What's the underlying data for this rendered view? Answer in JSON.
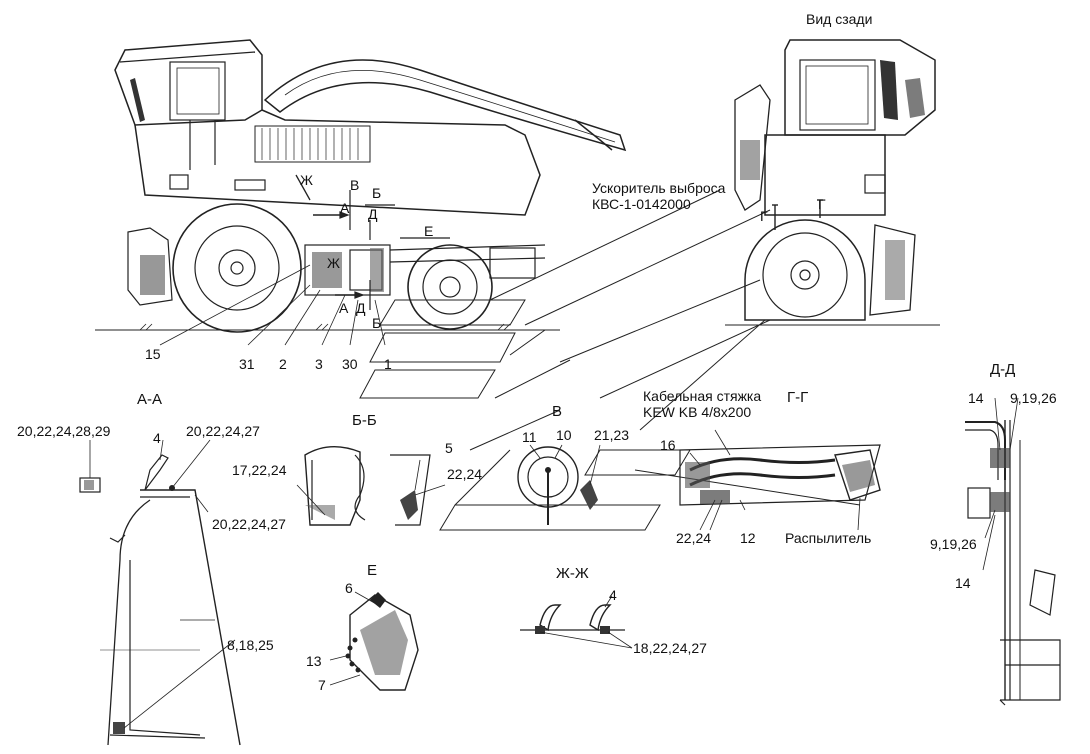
{
  "views": {
    "rear_view_title": "Вид сзади",
    "accelerator_label_1": "Ускоритель выброса",
    "accelerator_label_2": "КВС-1-0142000",
    "cable_tie_label_1": "Кабельная стяжка",
    "cable_tie_label_2": "KEW KB 4/8x200",
    "sprayer_label": "Распылитель"
  },
  "section_titles": {
    "aa": "А-А",
    "bb": "Б-Б",
    "v": "В",
    "gg": "Г-Г",
    "dd": "Д-Д",
    "e": "Е",
    "zhzh": "Ж-Ж"
  },
  "section_markers": {
    "zh": "Ж",
    "v": "В",
    "b": "Б",
    "a": "А",
    "d": "Д",
    "e": "Е",
    "g": "Г"
  },
  "callouts": {
    "n15": "15",
    "n31": "31",
    "n2": "2",
    "n3": "3",
    "n30": "30",
    "n1": "1",
    "aa_left": "20,22,24,28,29",
    "aa_4": "4",
    "aa_right": "20,22,24,27",
    "aa_right2": "20,22,24,27",
    "aa_bottom": "8,18,25",
    "bb_left": "17,22,24",
    "bb_5": "5",
    "bb_right": "22,24",
    "v_11": "11",
    "v_10": "10",
    "v_2123": "21,23",
    "g_16": "16",
    "g_2224": "22,24",
    "g_12": "12",
    "d_14_top": "14",
    "d_91926_top": "9,19,26",
    "d_91926_bot": "9,19,26",
    "d_14_bot": "14",
    "e_6": "6",
    "e_13": "13",
    "e_7": "7",
    "zh_4": "4",
    "zh_bottom": "18,22,24,27"
  }
}
